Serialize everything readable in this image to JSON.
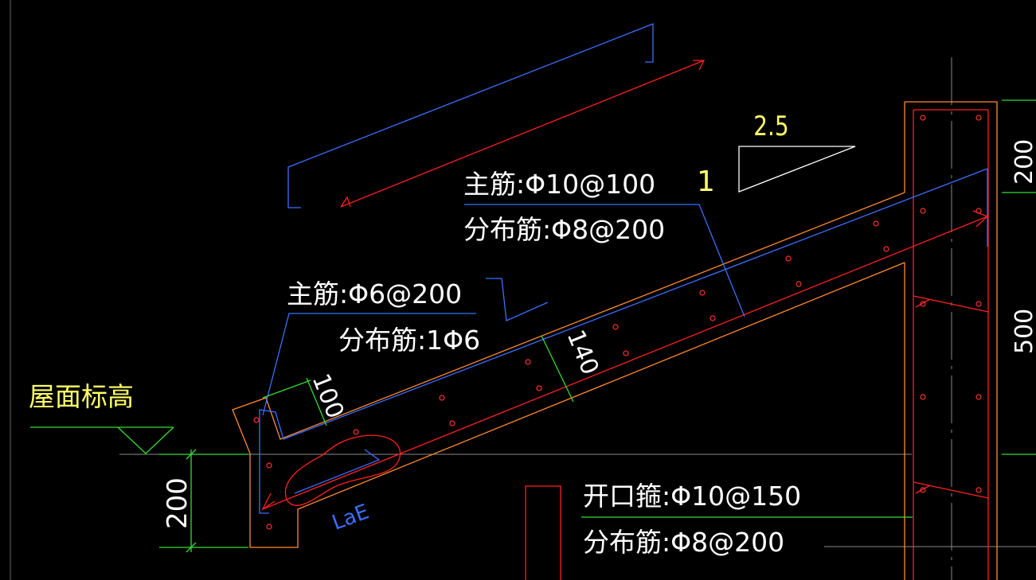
{
  "labels": {
    "main_rebar_top": "主筋:Φ10@100",
    "dist_rebar_top": "分布筋:Φ8@200",
    "main_rebar_eave": "主筋:Φ6@200",
    "dist_rebar_eave": "分布筋:1Φ6",
    "roof_elevation": "屋面标高",
    "open_stirrup": "开口箍:Φ10@150",
    "dist_rebar_bottom": "分布筋:Φ8@200",
    "slope_ratio_run": "2.5",
    "slope_ratio_rise": "1",
    "dim_100": "100",
    "dim_140": "140",
    "dim_200_left": "200",
    "dim_200_right": "200",
    "dim_500_right": "500",
    "anchor_length": "LaE"
  },
  "colors": {
    "background": "#000000",
    "text_white": "#ffffff",
    "text_yellow": "#ffff66",
    "rebar_blue": "#3a6fff",
    "rebar_red": "#ff2020",
    "outline_orange": "#ff8a30",
    "dimension_green": "#33dd33",
    "axis_grey": "#8a8a8a"
  }
}
